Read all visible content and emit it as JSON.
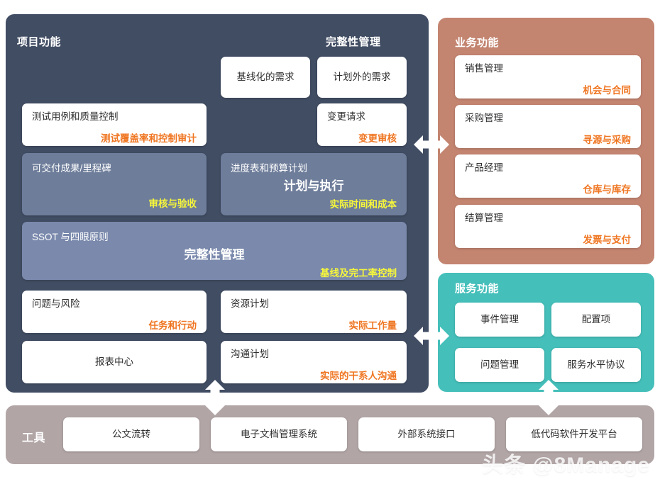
{
  "diagram": {
    "watermark": "头条 @8Manage",
    "colors": {
      "project_panel": "#414d63",
      "business_panel": "#c38470",
      "service_panel": "#45bfba",
      "tools_panel": "#b2a5a6",
      "slate_row": "#6e7d9a",
      "slate_wide_row": "#7a89ac",
      "accent_orange": "#ef7622",
      "accent_yellow": "#f7f73a",
      "card_white": "#ffffff"
    }
  },
  "project_panel": {
    "title": "项目功能",
    "integrity_title": "完整性管理",
    "cards": {
      "baselined_requirements": {
        "title": "基线化的需求"
      },
      "unplanned_requirements": {
        "title": "计划外的需求"
      },
      "test_cases_quality": {
        "title": "测试用例和质量控制",
        "sub": "测试覆盖率和控制审计"
      },
      "change_request": {
        "title": "变更请求",
        "sub": "变更审核"
      },
      "deliverables_milestones": {
        "title": "可交付成果/里程碑",
        "sub": "审核与验收"
      },
      "schedule_budget": {
        "title": "进度表和预算计划",
        "big": "计划与执行",
        "sub": "实际时间和成本"
      },
      "ssot_four_eyes": {
        "title": "SSOT 与四眼原则",
        "big": "完整性管理",
        "sub": "基线及完工率控制"
      },
      "issues_risks": {
        "title": "问题与风险",
        "sub": "任务和行动"
      },
      "resource_plan": {
        "title": "资源计划",
        "sub": "实际工作量"
      },
      "report_center": {
        "title": "报表中心"
      },
      "communication_plan": {
        "title": "沟通计划",
        "sub": "实际的干系人沟通"
      }
    }
  },
  "business_panel": {
    "title": "业务功能",
    "cards": [
      {
        "title": "销售管理",
        "sub": "机会与合同"
      },
      {
        "title": "采购管理",
        "sub": "寻源与采购"
      },
      {
        "title": "产品经理",
        "sub": "仓库与库存"
      },
      {
        "title": "结算管理",
        "sub": "发票与支付"
      }
    ]
  },
  "service_panel": {
    "title": "服务功能",
    "cards": [
      {
        "title": "事件管理"
      },
      {
        "title": "配置项"
      },
      {
        "title": "问题管理"
      },
      {
        "title": "服务水平协议"
      }
    ]
  },
  "tools_panel": {
    "title": "工具",
    "cards": [
      {
        "title": "公文流转"
      },
      {
        "title": "电子文档管理系统"
      },
      {
        "title": "外部系统接口"
      },
      {
        "title": "低代码软件开发平台"
      }
    ]
  },
  "connectors": [
    {
      "name": "project-business",
      "direction": "horizontal-bidirectional"
    },
    {
      "name": "project-service",
      "direction": "horizontal-bidirectional"
    },
    {
      "name": "project-tools",
      "direction": "vertical-bidirectional"
    },
    {
      "name": "service-tools",
      "direction": "vertical-bidirectional"
    }
  ]
}
